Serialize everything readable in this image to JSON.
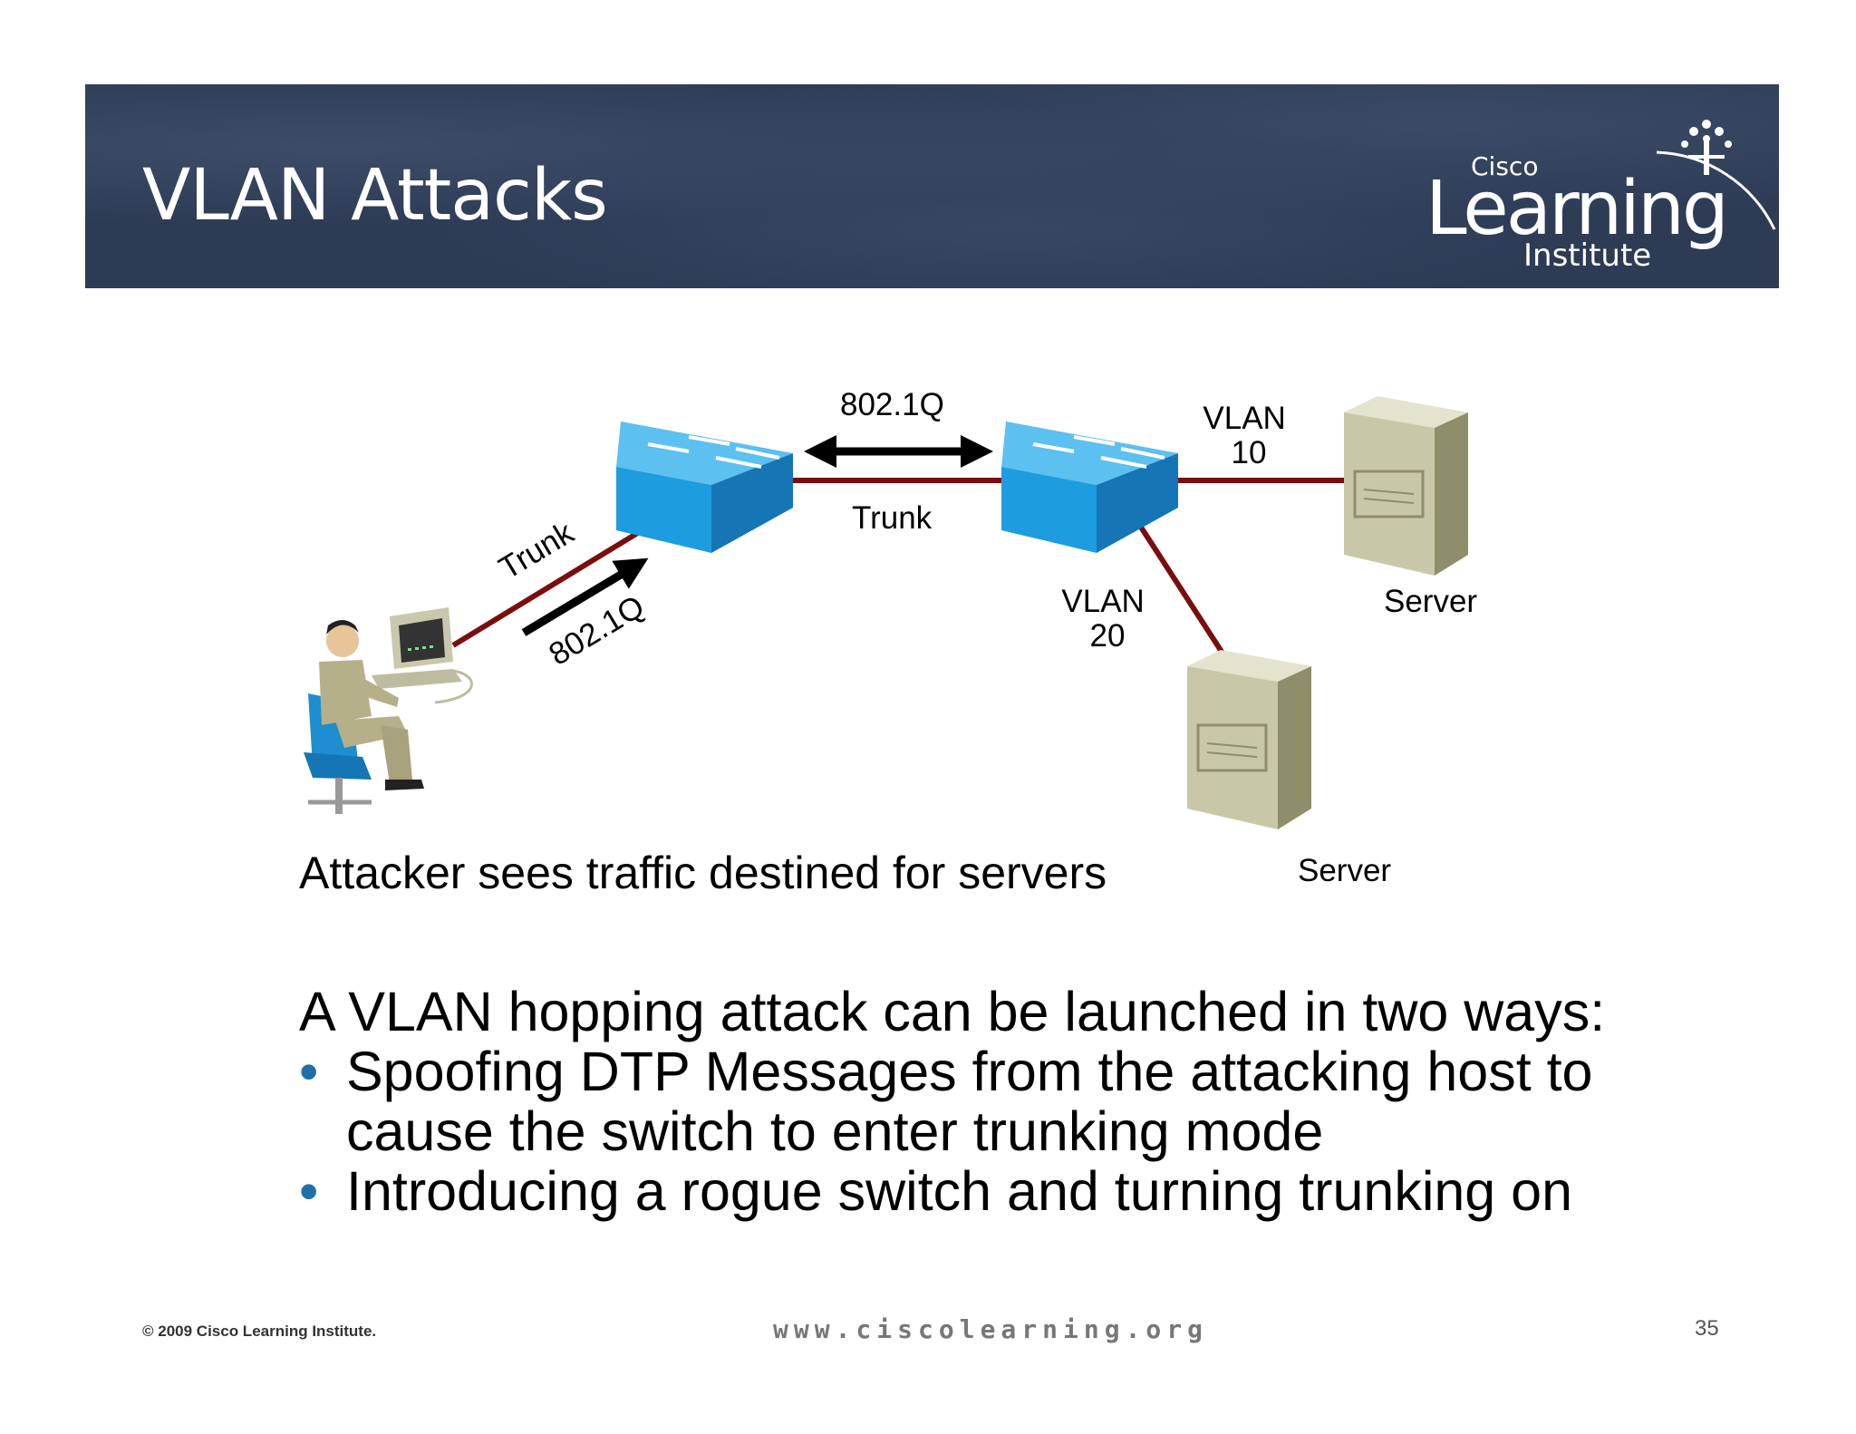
{
  "slide": {
    "title": "VLAN Attacks",
    "logo_brand": "Cisco",
    "logo_word": "Learning",
    "logo_sub": "Institute"
  },
  "diagram": {
    "labels": {
      "top_8021q": "802.1Q",
      "trunk_between_switches": "Trunk",
      "trunk_attacker": "Trunk",
      "arrow_8021q": "802.1Q",
      "vlan10_line1": "VLAN",
      "vlan10_line2": "10",
      "vlan20_line1": "VLAN",
      "vlan20_line2": "20",
      "server_top": "Server",
      "server_bottom": "Server"
    },
    "caption": "Attacker sees traffic destined for servers",
    "colors": {
      "link": "#7a0e0e",
      "switch": "#1e9ce0",
      "switch_dark": "#1575b5",
      "server": "#c8c7a8"
    }
  },
  "content": {
    "intro": "A VLAN hopping attack can be launched in two ways:",
    "bullets": [
      "Spoofing DTP Messages from the attacking host to cause the switch to enter trunking mode",
      "Introducing a rogue switch and turning trunking on"
    ]
  },
  "footer": {
    "copyright": "© 2009 Cisco Learning Institute.",
    "url": "www.ciscolearning.org",
    "page": "35"
  }
}
